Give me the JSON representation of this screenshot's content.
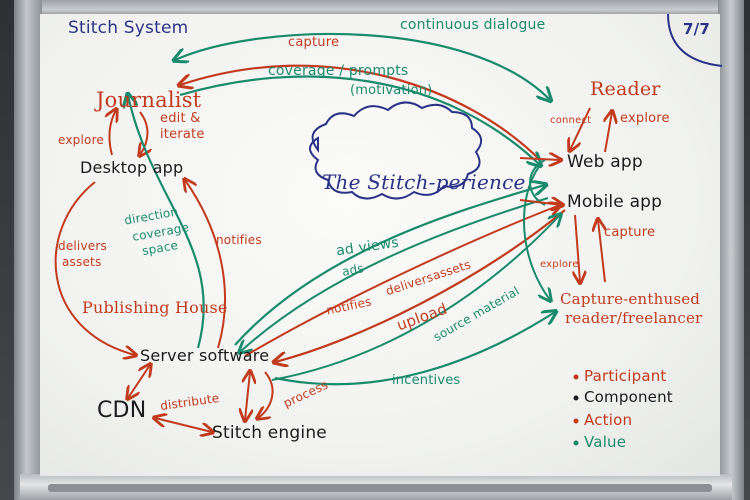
{
  "title": "Stitch System",
  "page_number": "7/7",
  "cloud_label": "The Stitch-perience",
  "nodes": {
    "journalist": "Journalist",
    "desktop_app": "Desktop app",
    "publishing_house": "Publishing House",
    "server_software": "Server software",
    "cdn": "CDN",
    "stitch_engine": "Stitch engine",
    "reader": "Reader",
    "web_app": "Web app",
    "mobile_app": "Mobile app",
    "capture_reader": "Capture-enthused",
    "capture_reader_2": "reader/freelancer"
  },
  "labels": {
    "continuous_dialogue": "continuous dialogue",
    "capture_top": "capture",
    "coverage_prompts": "coverage / prompts",
    "motivation": "(motivation)",
    "explore_left": "explore",
    "edit_iterate": "edit &",
    "edit_iterate_2": "iterate",
    "direction": "direction",
    "coverage_space": "coverage",
    "coverage_space_2": "space",
    "delivers_assets": "delivers",
    "delivers_assets_2": "assets",
    "notifies_left": "notifies",
    "ad_views": "ad views",
    "ads": "ads",
    "notifies_mid": "notifies",
    "delivers_mid": "delivers",
    "assets_mid": "assets",
    "upload": "upload",
    "source_material": "source material",
    "incentives": "incentives",
    "process": "process",
    "distribute": "distribute",
    "connect": "connect",
    "explore_reader": "explore",
    "explore_mobile": "explore",
    "capture_right": "capture"
  },
  "legend": [
    {
      "label": "Participant",
      "color": "#c23a1e"
    },
    {
      "label": "Component",
      "color": "#1b1b1f"
    },
    {
      "label": "Action",
      "color": "#c23a1e"
    },
    {
      "label": "Value",
      "color": "#1a8a6c"
    }
  ],
  "colors": {
    "participant": "#c23a1e",
    "component": "#1b1b1f",
    "action": "#c23a1e",
    "value": "#1a8a6c",
    "title": "#2a3288"
  }
}
